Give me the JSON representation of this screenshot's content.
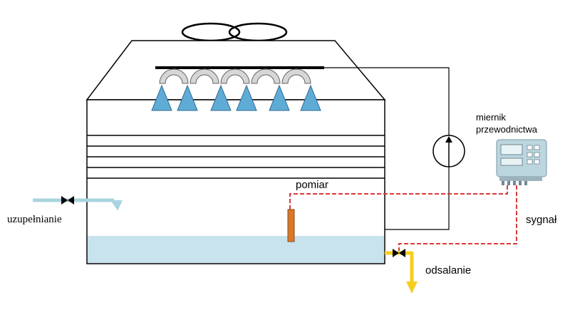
{
  "labels": {
    "meter": [
      "miernik",
      "przewodnictwa"
    ],
    "measurement": "pomiar",
    "makeup": "uzupełnianie",
    "signal": "sygnał",
    "blowdown": "odsalanie"
  },
  "colors": {
    "water": "#c8e2ee",
    "makeup_pipe": "#a9d4e0",
    "nozzle": "#5eacd6",
    "signal_line": "#d93a3a",
    "probe": "#d9782a",
    "blowdown_pipe": "#f5cf1f",
    "meter_body": "#bcd6df"
  }
}
